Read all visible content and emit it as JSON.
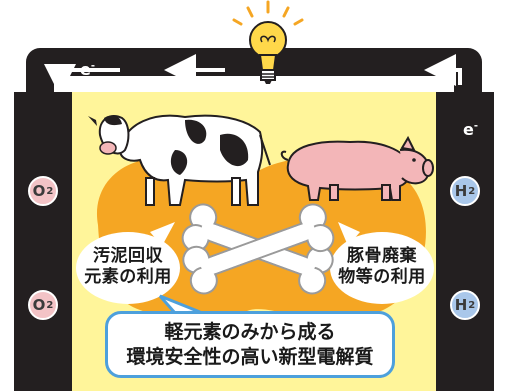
{
  "electron_left": "e",
  "electron_right": "e",
  "electron_sup": "-",
  "left_molecules": [
    {
      "symbol": "O",
      "subscript": "2"
    },
    {
      "symbol": "O",
      "subscript": "2"
    }
  ],
  "right_molecules": [
    {
      "symbol": "H",
      "subscript": "2"
    },
    {
      "symbol": "H",
      "subscript": "2"
    }
  ],
  "left_bubble_lines": [
    "汚泥回収",
    "元素の利用"
  ],
  "right_bubble_lines": [
    "豚骨廃棄",
    "物等の利用"
  ],
  "callout_lines": [
    "軽元素のみから成る",
    "環境安全性の高い新型電解質"
  ],
  "colors": {
    "frame": "#231f20",
    "electrolyte": "#fff59a",
    "bubble_orange": "#f5a623",
    "bulb": "#ffd84a",
    "o2": "#f3c3c6",
    "h2": "#a9c7ea",
    "callout_border": "#4da0dc",
    "pig": "#f3b6b8"
  },
  "icons": [
    "light-bulb-icon",
    "cow-icon",
    "pig-icon",
    "bone-icon"
  ]
}
